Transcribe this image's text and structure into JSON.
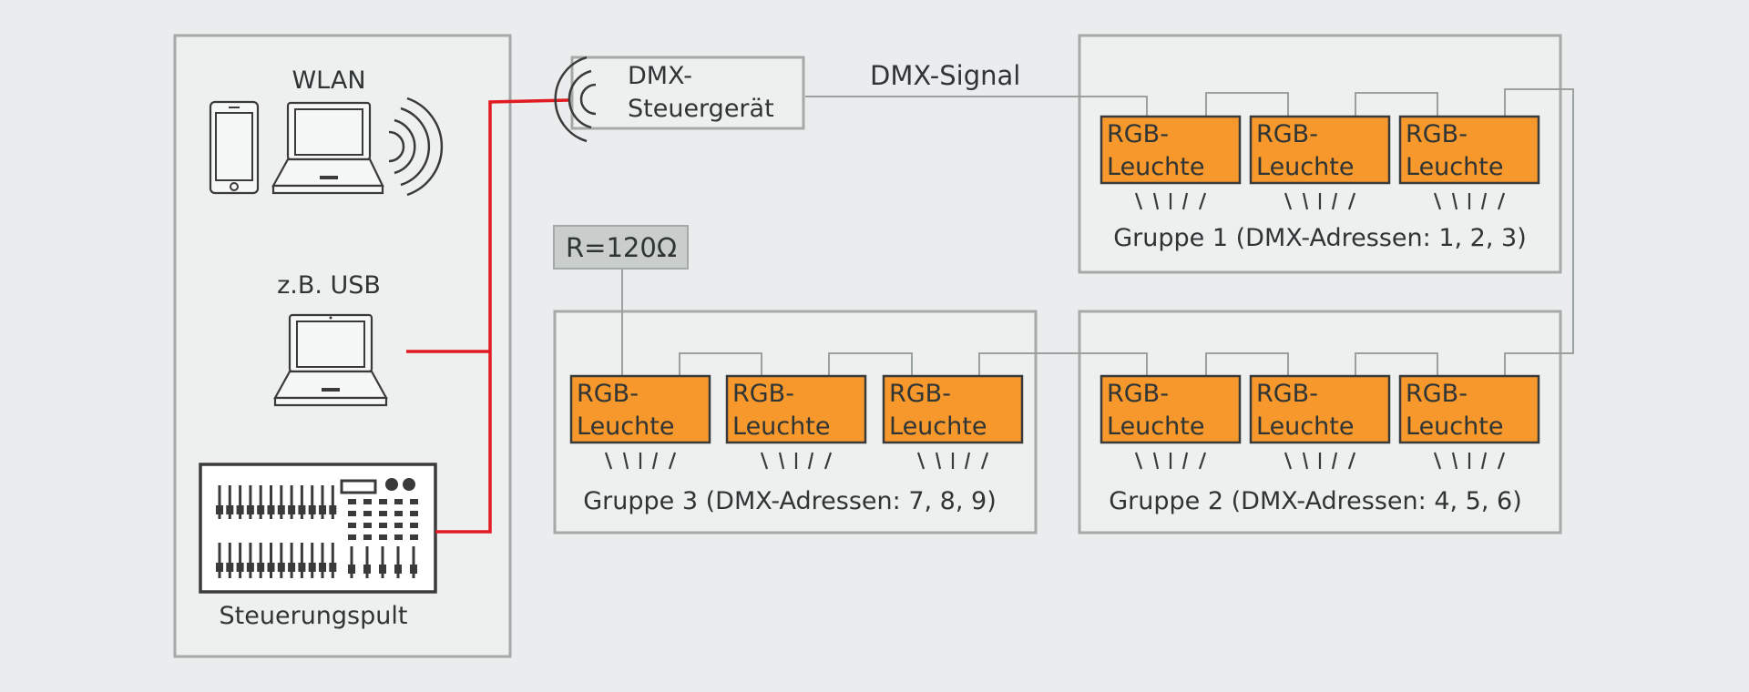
{
  "controls": {
    "wlan_label": "WLAN",
    "usb_label": "z.B. USB",
    "console_label": "Steuerungspult"
  },
  "controller": {
    "line1": "DMX-",
    "line2": "Steuergerät"
  },
  "signal_label": "DMX-Signal",
  "terminator_label": "R=120Ω",
  "lamp": {
    "line1": "RGB-",
    "line2": "Leuchte"
  },
  "groups": [
    {
      "label": "Gruppe 1 (DMX-Adressen: 1, 2, 3)"
    },
    {
      "label": "Gruppe 2 (DMX-Adressen: 4, 5, 6)"
    },
    {
      "label": "Gruppe 3 (DMX-Adressen: 7, 8, 9)"
    }
  ],
  "colors": {
    "background": "#ebeced",
    "box_stroke": "#a4aaa7",
    "lamp_fill": "#f6982c",
    "usb_wire": "#e01b22",
    "dmx_wire": "#9aa2a0",
    "terminator_fill": "#c9cdcc"
  }
}
